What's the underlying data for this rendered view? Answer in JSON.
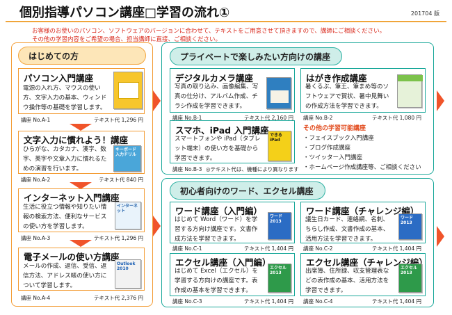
{
  "header": {
    "title": "個別指導パソコン講座□学習の流れ①",
    "edition": "201704 版",
    "notice_lines": [
      "お客様のお使いのパソコン、ソフトウェアのバージョンに合わせて、テキストをご用意させて頂きますので、講師にご相談ください。",
      "その他の学習内容をご希望の場合、担当講師に直接、ご相談ください。"
    ]
  },
  "sections": {
    "beginner": "はじめての方",
    "private": "プライベートで楽しみたい方向けの講座",
    "office": "初心者向けのワード、エクセル講座"
  },
  "courses": {
    "pc_intro": {
      "title": "パソコン入門講座",
      "desc": "電源の入れ方、マウスの使い方、文字入力の基本、ウィンドウ操作等の基礎を学習します。",
      "code": "講座 No.A-1",
      "price": "テキスト代 1,296 円"
    },
    "typing": {
      "title": "文字入力に慣れよう！講座",
      "desc": "ひらがな、カタカナ、漢字、数字、英字や文章入力に慣れるための演習を行います。",
      "code": "講座 No.A-2",
      "price": "テキスト代 840 円",
      "book": "キーボード入力ドリル"
    },
    "internet": {
      "title": "インターネット入門講座",
      "desc": "生活に役立つ情報や知りたい情報の検索方法、便利なサービスの使い方を学習します。",
      "code": "講座 No.A-3",
      "price": "テキスト代 1,296 円",
      "book": "インターネット"
    },
    "email": {
      "title": "電子メールの使い方講座",
      "desc": "メールの作成、返信、受信、返信方法、アドレス帳の使い方について学習します。",
      "code": "講座 No.A-4",
      "price": "テキスト代 2,376 円",
      "book": "Outlook 2010"
    },
    "camera": {
      "title": "デジタルカメラ講座",
      "desc": "写真の取り込み、画像編集、写真の仕分け、アルバム作成、チラシ作成を学習できます。",
      "code": "講座 No.B-1",
      "price": "テキスト代 2,160 円"
    },
    "postcard": {
      "title": "はがき作成講座",
      "desc": "暑くるぶ、筆王、筆まめ等のソフトウェアで賀状、暑中見舞いの作成方法を学習できます。",
      "code": "講座 No.B-2",
      "price": "テキスト代 1,080 円"
    },
    "smartphone": {
      "title": "スマホ、iPad 入門講座",
      "desc": "スマートフォンや iPad（タブレット端末）の使い方を基礎から学習できます。",
      "code": "講座 No.B-3",
      "note": "◎テキスト代は、機種により異なります",
      "book": "できる iPad"
    },
    "word_intro": {
      "title": "ワード講座（入門編）",
      "desc": "はじめて Word（ワード）を学習する方向け講座です。文書作成方法を学習できます。",
      "code": "講座 No.C-1",
      "price": "テキスト代 1,404 円",
      "book": "ワード 2013"
    },
    "word_challenge": {
      "title": "ワード講座（チャレンジ編）",
      "desc": "議生日カード、連絡網、名刺、ちらし作成、文書作成の基本、活用方法を学習できます。",
      "code": "講座 No.C-2",
      "price": "テキスト代 1,404 円",
      "book": "ワード 2013"
    },
    "excel_intro": {
      "title": "エクセル講座（入門編）",
      "desc": "はじめて Excel（エクセル）を学習する方向けの講座です。表作成の基本を学習できます。",
      "code": "講座 No.C-3",
      "price": "テキスト代 1,404 円",
      "book": "エクセル 2013"
    },
    "excel_challenge": {
      "title": "エクセル講座（チャレンジ編）",
      "desc": "出席簿、住所録、収支管理表などの表作成の基本、活用方法を学習できます。",
      "code": "講座 No.C-4",
      "price": "テキスト代 1,404 円",
      "book": "エクセル 2013"
    }
  },
  "other": {
    "title": "その他の学習可能講座",
    "items": [
      "・フェイスブック入門講座",
      "・ブログ作成講座",
      "・ツイッター入門講座",
      "・ホームページ作成講座等、ご相談ください"
    ]
  },
  "colors": {
    "orange": "#f39c34",
    "teal": "#1aa89a",
    "arrow": "#f0542a",
    "notice": "#d9281b"
  }
}
